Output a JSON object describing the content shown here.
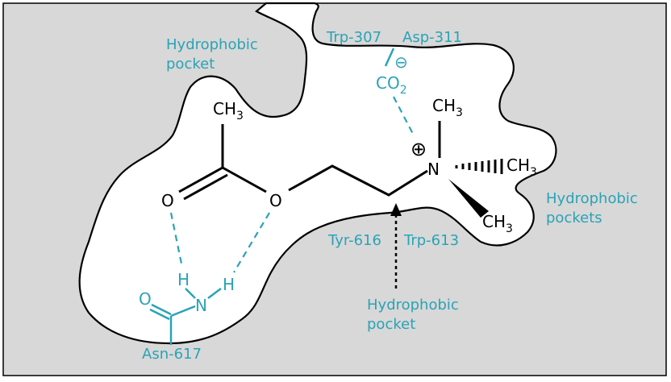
{
  "colors": {
    "background": "#d8d8d8",
    "pocket": "#ffffff",
    "accent": "#2aa3b6",
    "ink": "#000000"
  },
  "labels": {
    "hydrophobic_pocket_top_1": "Hydrophobic",
    "hydrophobic_pocket_top_2": "pocket",
    "trp307": "Trp-307",
    "asp311": "Asp-311",
    "hydrophobic_pockets_right_1": "Hydrophobic",
    "hydrophobic_pockets_right_2": "pockets",
    "tyr616": "Tyr-616",
    "trp613": "Trp-613",
    "hydrophobic_pocket_bottom_1": "Hydrophobic",
    "hydrophobic_pocket_bottom_2": "pocket",
    "asn617": "Asn-617"
  },
  "atoms": {
    "ch3_top": "CH",
    "ch3_top_sub": "3",
    "o_carbonyl": "O",
    "o_ester": "O",
    "co2": "CO",
    "co2_sub": "2",
    "minus": "⊖",
    "plus": "⊕",
    "n": "N",
    "ch3_n_top": "CH",
    "ch3_n_top_sub": "3",
    "ch3_n_right": "CH",
    "ch3_n_right_sub": "3",
    "ch3_n_bottom": "CH",
    "ch3_n_bottom_sub": "3",
    "h1": "H",
    "h2": "H",
    "n_amide": "N",
    "o_amide": "O"
  }
}
